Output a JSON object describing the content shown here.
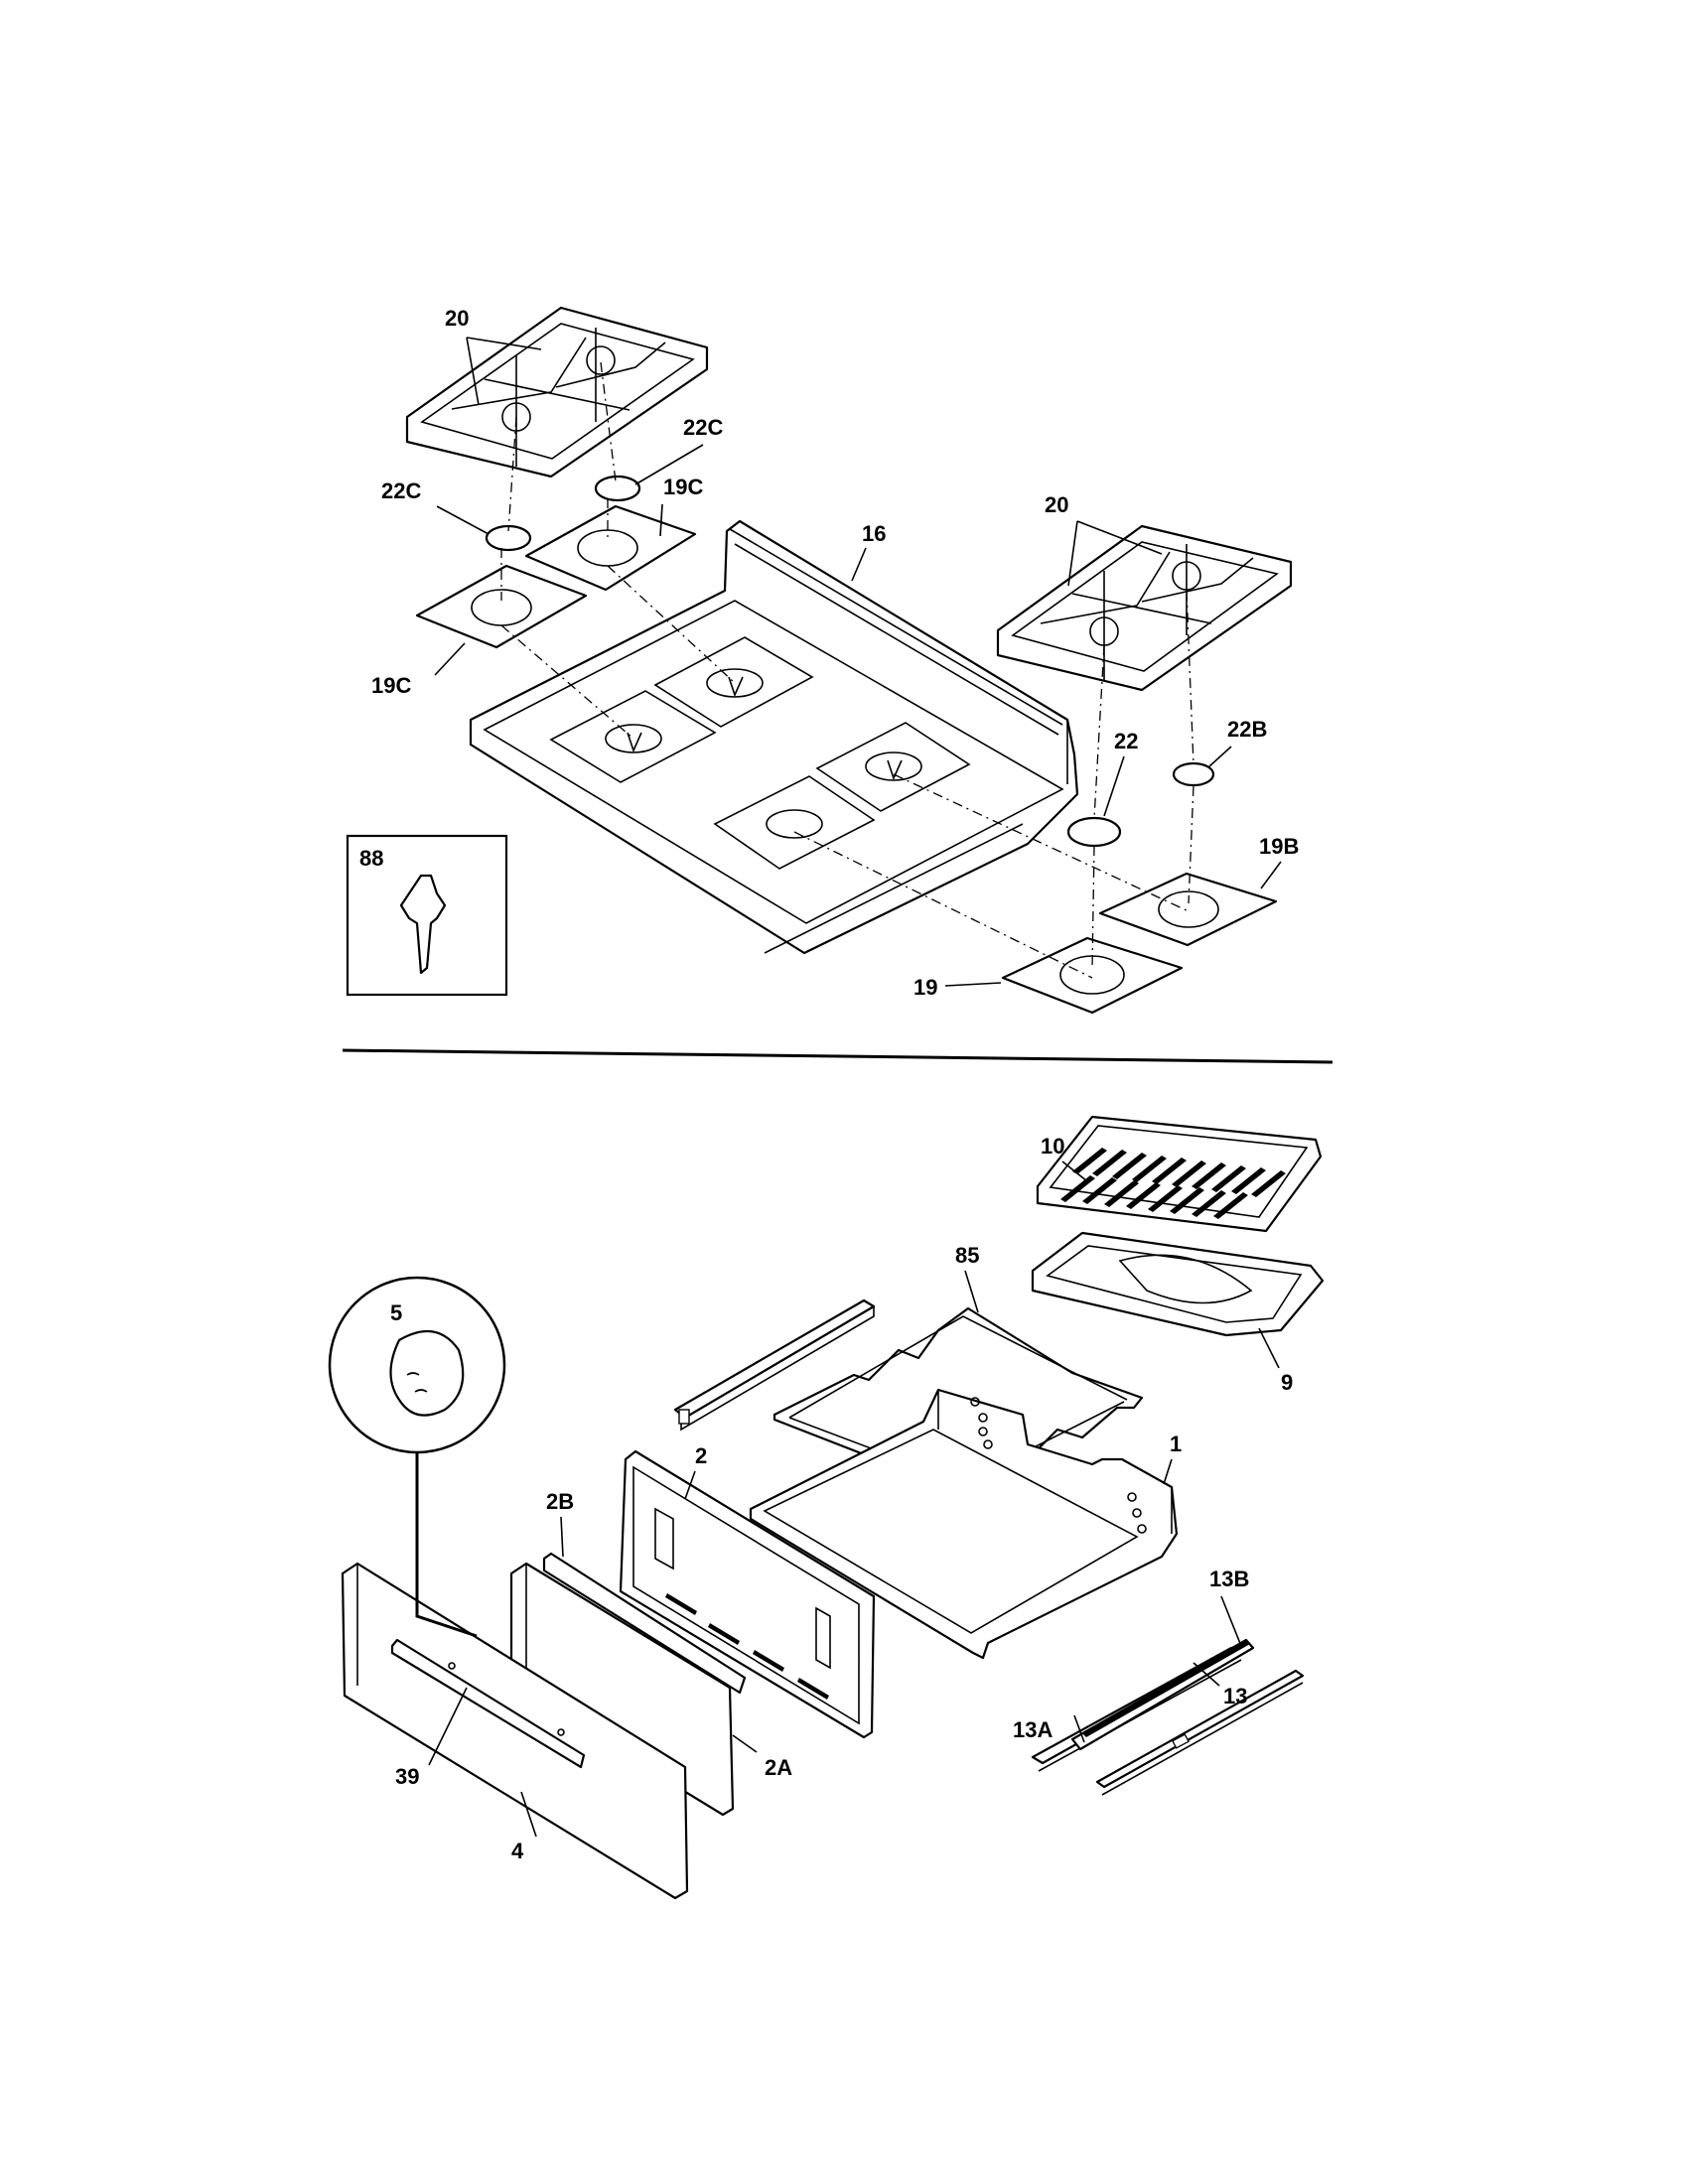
{
  "labels": {
    "grate_left": "20",
    "grate_right": "20",
    "cap_22c_a": "22C",
    "cap_22c_b": "22C",
    "pan_19c_a": "19C",
    "pan_19c_b": "19C",
    "cooktop": "16",
    "cap_22": "22",
    "cap_22b": "22B",
    "pan_19b": "19B",
    "pan_19": "19",
    "inset_88": "88",
    "broiler_grid": "10",
    "broiler_pan": "9",
    "rack": "85",
    "knob": "5",
    "back_panel": "2",
    "panel_2b": "2B",
    "drawer_body": "1",
    "slide_13b": "13B",
    "slide_13": "13",
    "slide_13a": "13A",
    "panel_2a": "2A",
    "handle": "39",
    "drawer_front": "4"
  }
}
